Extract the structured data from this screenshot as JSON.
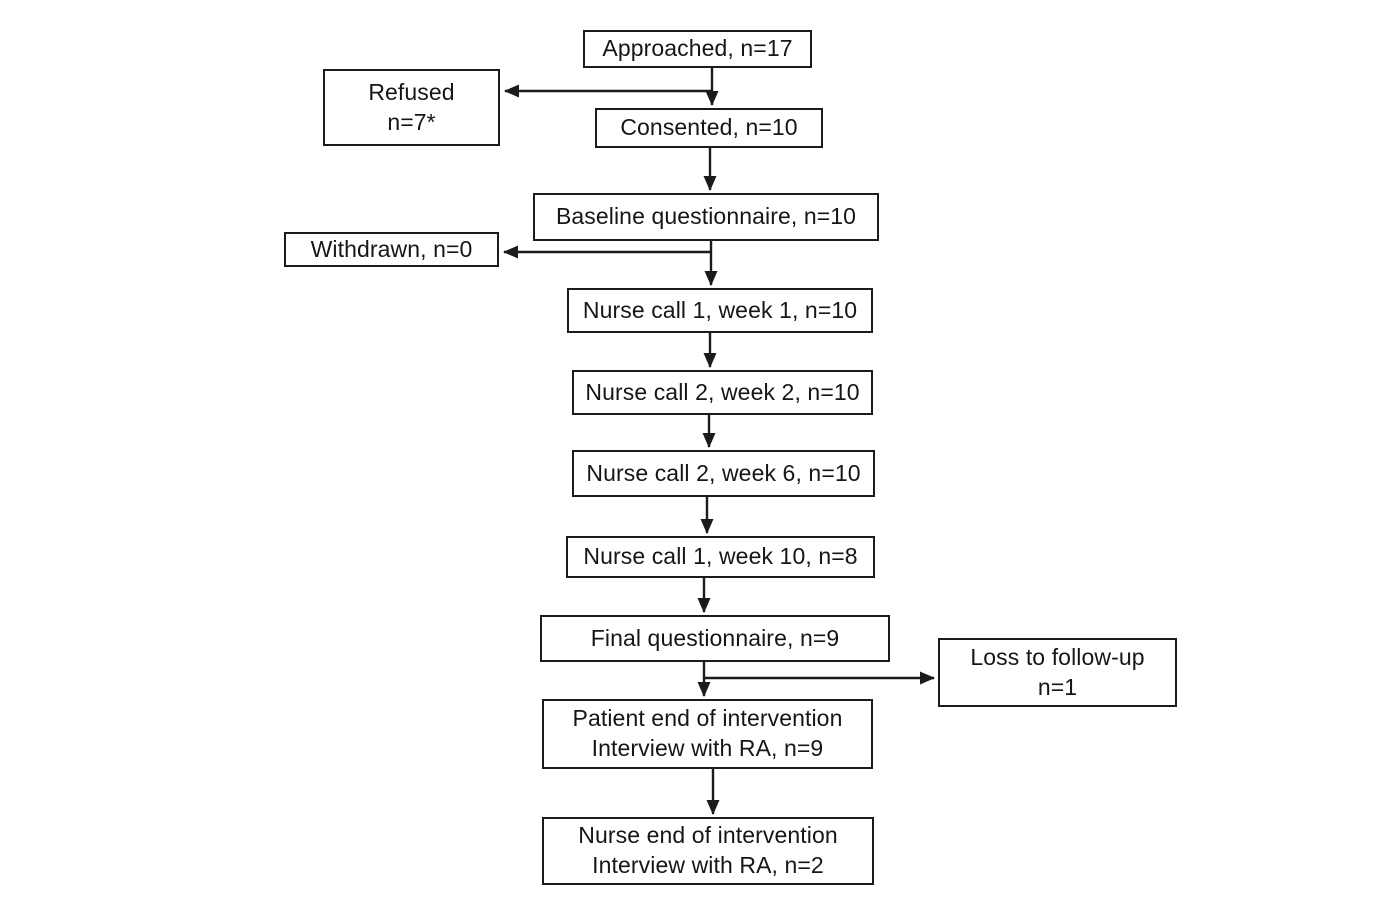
{
  "flowchart": {
    "boxes": {
      "approached": {
        "lines": [
          "Approached, n=17"
        ]
      },
      "refused": {
        "lines": [
          "Refused",
          "n=7*"
        ]
      },
      "consented": {
        "lines": [
          "Consented, n=10"
        ]
      },
      "baseline_questionnaire": {
        "lines": [
          "Baseline questionnaire, n=10"
        ]
      },
      "withdrawn": {
        "lines": [
          "Withdrawn, n=0"
        ]
      },
      "nurse_call_1_week_1": {
        "lines": [
          "Nurse call 1, week 1, n=10"
        ]
      },
      "nurse_call_2_week_2": {
        "lines": [
          "Nurse call 2, week 2, n=10"
        ]
      },
      "nurse_call_2_week_6": {
        "lines": [
          "Nurse call 2, week 6, n=10"
        ]
      },
      "nurse_call_1_week_10": {
        "lines": [
          "Nurse call 1, week 10, n=8"
        ]
      },
      "final_questionnaire": {
        "lines": [
          "Final questionnaire, n=9"
        ]
      },
      "loss_to_follow_up": {
        "lines": [
          "Loss to follow-up",
          "n=1"
        ]
      },
      "patient_end_interview": {
        "lines": [
          "Patient end of intervention",
          "Interview with RA, n=9"
        ]
      },
      "nurse_end_interview": {
        "lines": [
          "Nurse end of intervention",
          "Interview with RA, n=2"
        ]
      }
    },
    "edges": [
      {
        "from": "approached",
        "to": "consented"
      },
      {
        "from": "approached",
        "to": "refused"
      },
      {
        "from": "consented",
        "to": "baseline_questionnaire"
      },
      {
        "from": "baseline_questionnaire",
        "to": "withdrawn"
      },
      {
        "from": "baseline_questionnaire",
        "to": "nurse_call_1_week_1"
      },
      {
        "from": "nurse_call_1_week_1",
        "to": "nurse_call_2_week_2"
      },
      {
        "from": "nurse_call_2_week_2",
        "to": "nurse_call_2_week_6"
      },
      {
        "from": "nurse_call_2_week_6",
        "to": "nurse_call_1_week_10"
      },
      {
        "from": "nurse_call_1_week_10",
        "to": "final_questionnaire"
      },
      {
        "from": "final_questionnaire",
        "to": "loss_to_follow_up"
      },
      {
        "from": "final_questionnaire",
        "to": "patient_end_interview"
      },
      {
        "from": "patient_end_interview",
        "to": "nurse_end_interview"
      }
    ],
    "colors": {
      "background": "#ffffff",
      "box_fill": "#ffffff",
      "box_border": "#1b1b1b",
      "text": "#161616",
      "arrow": "#1b1b1b"
    }
  }
}
